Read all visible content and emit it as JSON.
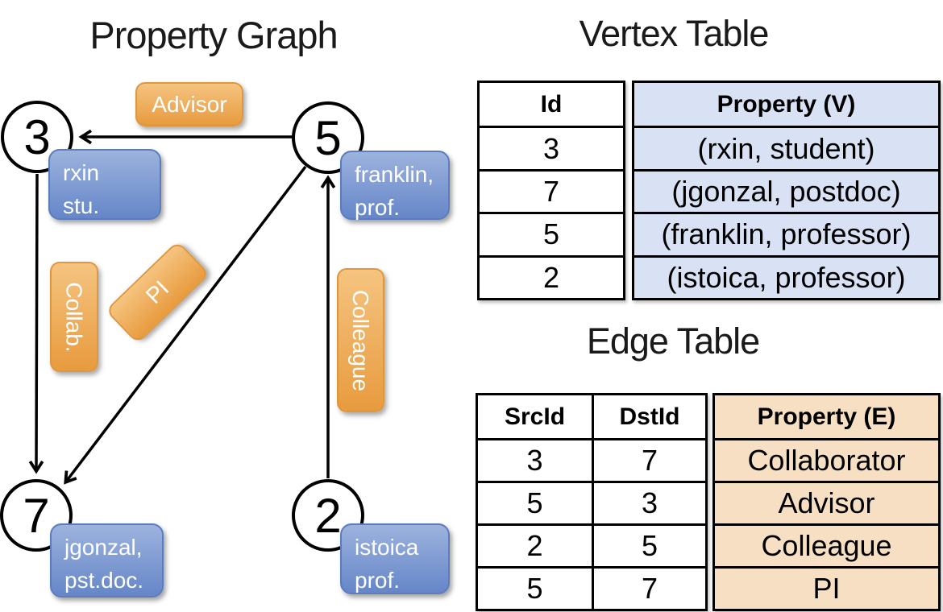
{
  "colors": {
    "orange-top": "#F5C480",
    "orange-bottom": "#E89B3E",
    "orange-border": "#DF973F",
    "blue-box-top": "#9DB3DE",
    "blue-box-bottom": "#6586C8",
    "blue-box-border": "#5B7CBE",
    "table-blue": "#D9E2F4",
    "table-peach": "#F6DFC2"
  },
  "graph": {
    "title": "Property Graph",
    "nodes": [
      {
        "id": "3",
        "property_lines": [
          "rxin",
          "stu."
        ]
      },
      {
        "id": "5",
        "property_lines": [
          "franklin,",
          "prof."
        ]
      },
      {
        "id": "7",
        "property_lines": [
          "jgonzal,",
          "pst.doc."
        ]
      },
      {
        "id": "2",
        "property_lines": [
          "istoica",
          "prof."
        ]
      }
    ],
    "edge_labels": {
      "advisor": "Advisor",
      "collab": "Collab.",
      "pi": "PI",
      "colleague": "Colleague"
    }
  },
  "vertex_table": {
    "title": "Vertex Table",
    "columns": [
      "Id",
      "Property (V)"
    ],
    "rows": [
      [
        "3",
        "(rxin, student)"
      ],
      [
        "7",
        "(jgonzal, postdoc)"
      ],
      [
        "5",
        "(franklin, professor)"
      ],
      [
        "2",
        "(istoica, professor)"
      ]
    ]
  },
  "edge_table": {
    "title": "Edge Table",
    "columns": [
      "SrcId",
      "DstId",
      "Property (E)"
    ],
    "rows": [
      [
        "3",
        "7",
        "Collaborator"
      ],
      [
        "5",
        "3",
        "Advisor"
      ],
      [
        "2",
        "5",
        "Colleague"
      ],
      [
        "5",
        "7",
        "PI"
      ]
    ]
  }
}
